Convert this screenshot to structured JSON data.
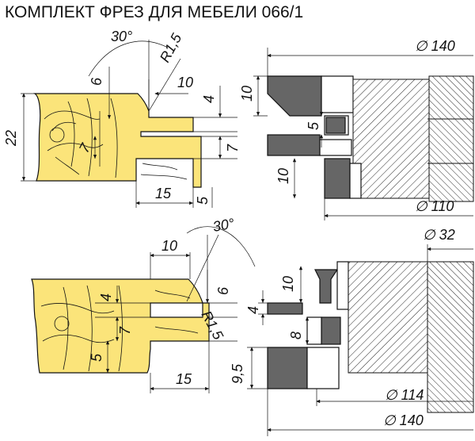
{
  "title": "КОМПЛЕКТ ФРЕЗ ДЛЯ МЕБЕЛИ 066/1",
  "top_profile": {
    "angle": "30°",
    "radius": "R1,5",
    "dims": {
      "d6": "6",
      "d10": "10",
      "d4": "4",
      "d22": "22",
      "d7a": "7",
      "d7b": "7",
      "d15": "15",
      "d5": "5"
    }
  },
  "top_cutter": {
    "diam_outer": "∅ 140",
    "diam_inner": "∅ 110",
    "dims": {
      "d10a": "10",
      "d5": "5",
      "d10b": "10"
    }
  },
  "bottom_profile": {
    "angle": "30°",
    "radius": "R1,5",
    "dims": {
      "d10": "10",
      "d6": "6",
      "d4": "4",
      "d7": "7",
      "d5": "5",
      "d15": "15"
    }
  },
  "bottom_cutter": {
    "diam_shaft": "∅ 32",
    "diam_mid": "∅ 114",
    "diam_outer": "∅ 140",
    "dims": {
      "d10": "10",
      "d4": "4",
      "d8": "8",
      "d95": "9,5"
    }
  }
}
